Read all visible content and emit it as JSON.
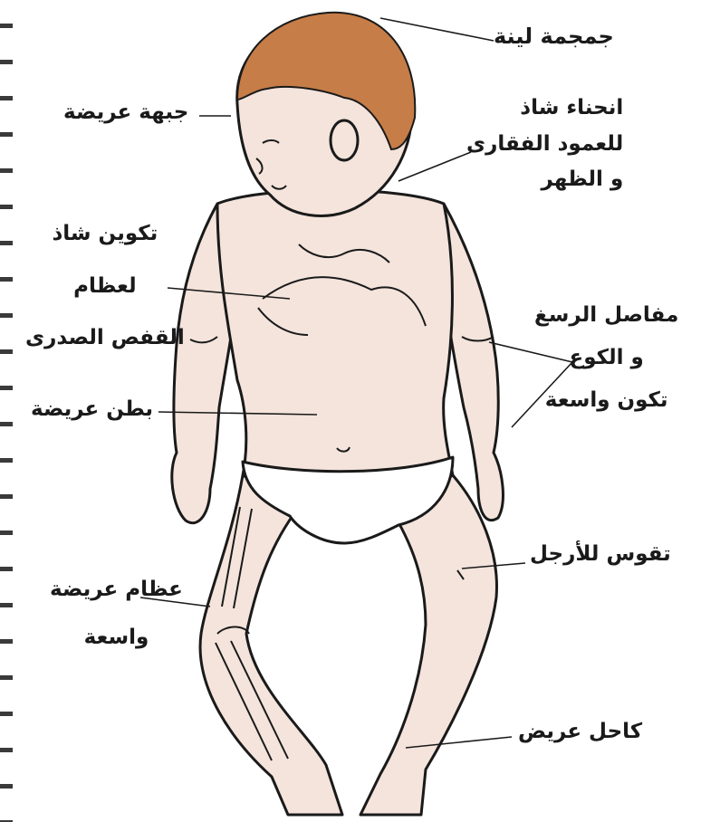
{
  "colors": {
    "skin": "#f4e4dc",
    "hair": "#c67d47",
    "outline": "#1a1a1a",
    "diaper": "#ffffff"
  },
  "labels": {
    "soft_skull": "جمجمة لينة",
    "wide_forehead": "جبهة عريضة",
    "spine_curve": [
      "انحناء شاذ",
      "للعمود الفقارى",
      "و الظهر"
    ],
    "ribcage": [
      "تكوين شاذ",
      "لعظام",
      "القفص الصدرى"
    ],
    "wide_belly": "بطن عريضة",
    "wrist_joints": [
      "مفاصل الرسغ",
      "و الكوع",
      "تكون واسعة"
    ],
    "bowed_legs": "تقوس للأرجل",
    "wide_bones": [
      "عظام عريضة",
      "واسعة"
    ],
    "wide_ankle": "كاحل عريض"
  }
}
